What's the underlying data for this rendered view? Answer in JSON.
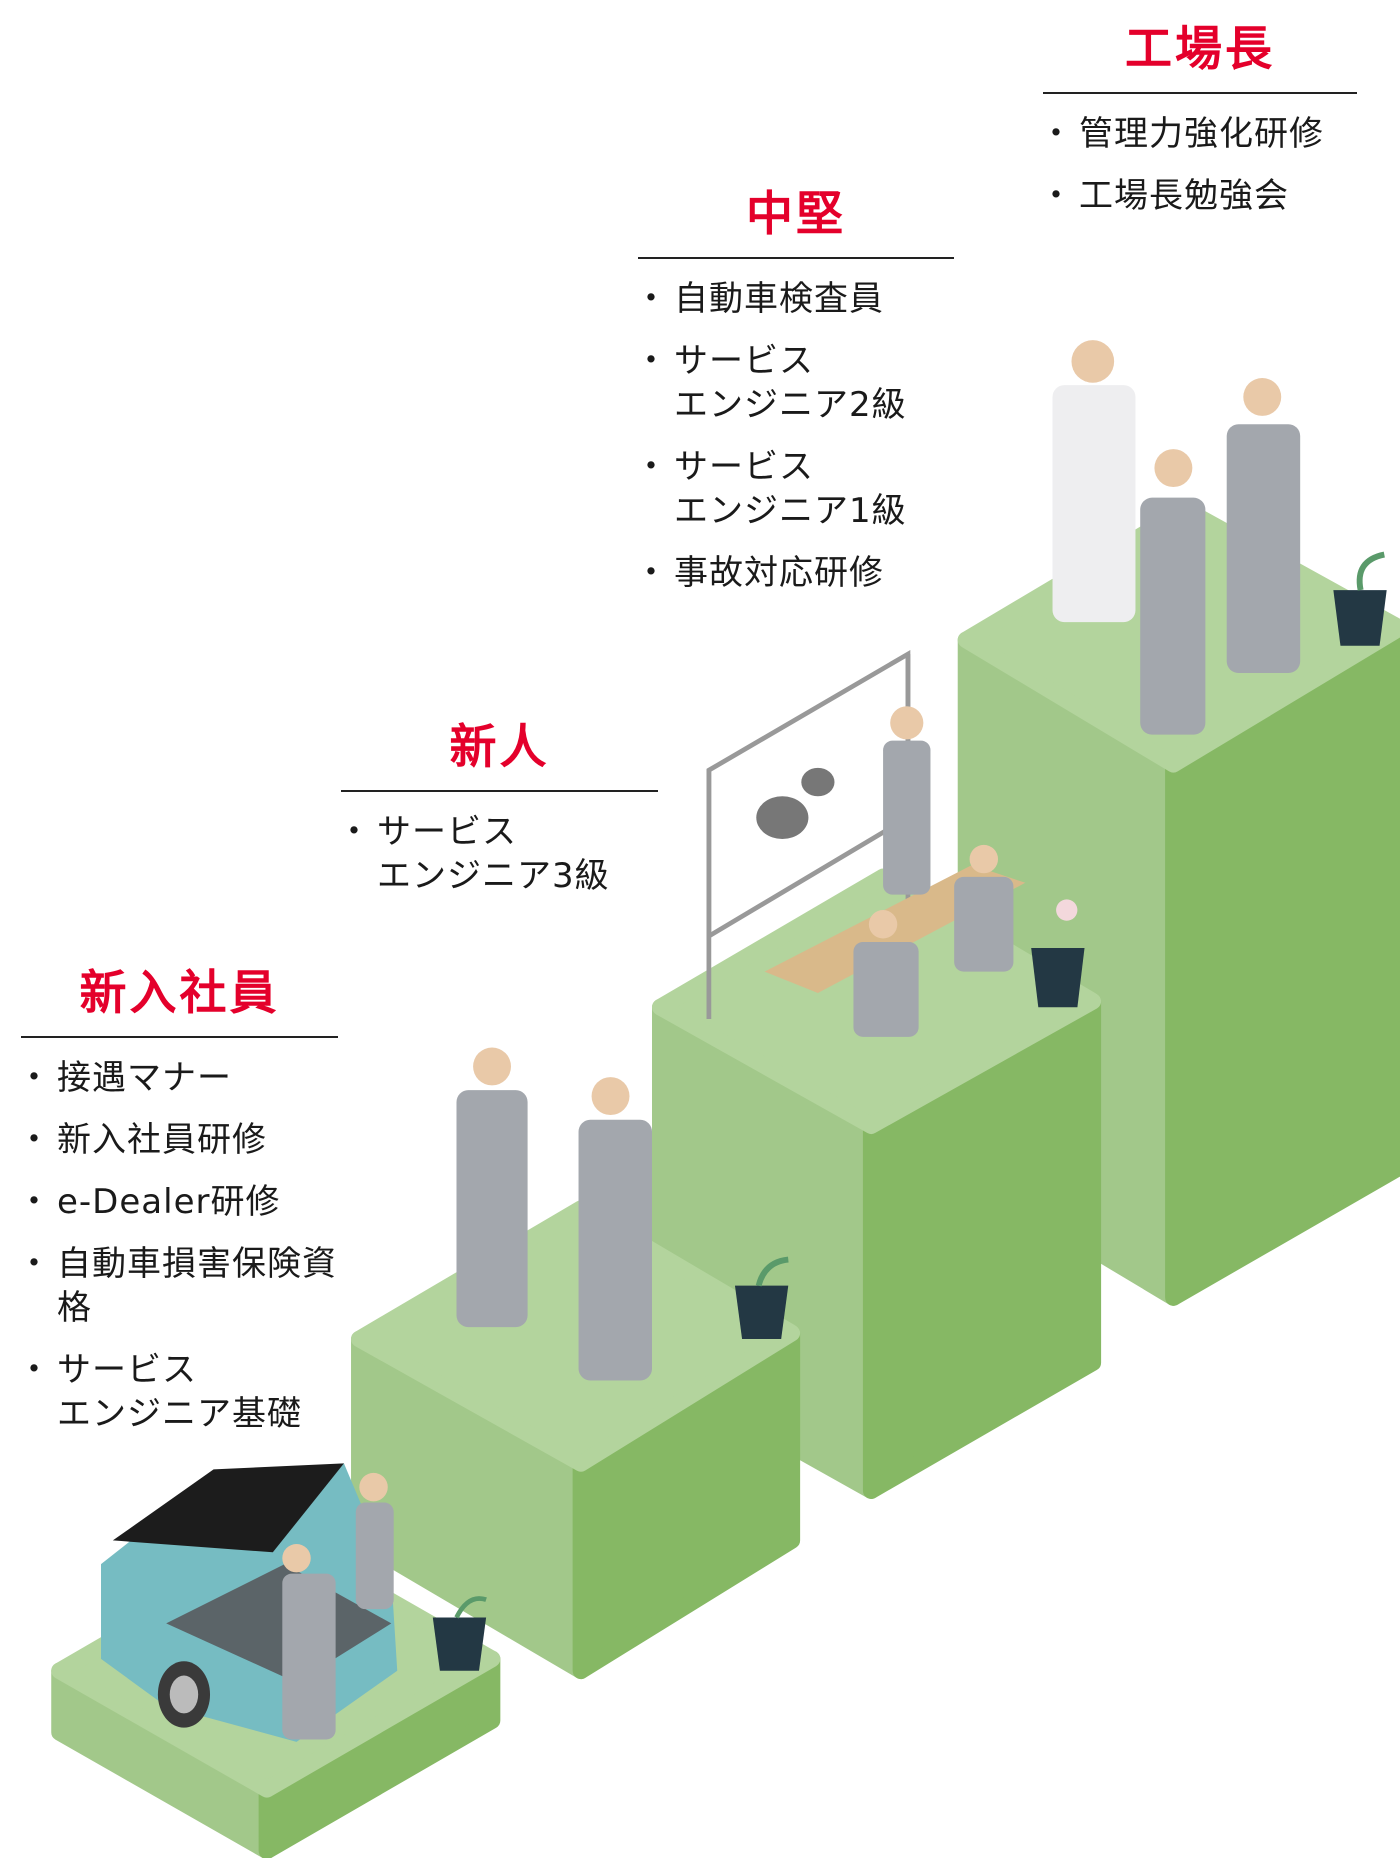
{
  "stages": [
    {
      "title": "新入社員",
      "items": [
        "接遇マナー",
        "新入社員研修",
        "e-Dealer研修",
        "自動車損害保険資格",
        "サービス\nエンジニア基礎"
      ]
    },
    {
      "title": "新人",
      "items": [
        "サービス\nエンジニア3級"
      ]
    },
    {
      "title": "中堅",
      "items": [
        "自動車検査員",
        "サービス\nエンジニア2級",
        "サービス\nエンジニア1級",
        "事故対応研修"
      ]
    },
    {
      "title": "工場長",
      "items": [
        "管理力強化研修",
        "工場長勉強会"
      ]
    }
  ],
  "colors": {
    "accent": "#e4002b",
    "platform_top": "#b3d49d",
    "platform_left": "#a2c88a",
    "platform_right": "#86b864"
  }
}
